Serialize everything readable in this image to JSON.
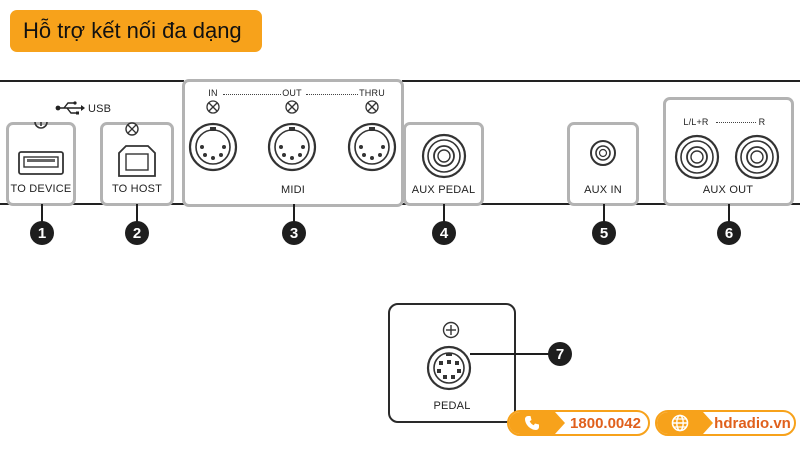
{
  "title": "Hỗ trợ kết nối đa dạng",
  "usb_group_label": "USB",
  "ports": {
    "to_device": "TO DEVICE",
    "to_host": "TO HOST",
    "midi_in": "IN",
    "midi_out": "OUT",
    "midi_thru": "THRU",
    "midi": "MIDI",
    "aux_pedal": "AUX  PEDAL",
    "aux_in": "AUX  IN",
    "aux_out_l": "L/L+R",
    "aux_out_r": "R",
    "aux_out": "AUX  OUT",
    "pedal": "PEDAL"
  },
  "callouts": [
    "1",
    "2",
    "3",
    "4",
    "5",
    "6",
    "7"
  ],
  "contact": {
    "phone": "1800.0042",
    "website": "hdradio.vn"
  },
  "colors": {
    "accent": "#f7a21b",
    "accent_text": "#e0601c",
    "box_border": "#b3b3b3",
    "badge": "#1e1e1e"
  },
  "icons": [
    "usb-icon",
    "ground-screw-icon",
    "phone-icon",
    "globe-icon"
  ]
}
